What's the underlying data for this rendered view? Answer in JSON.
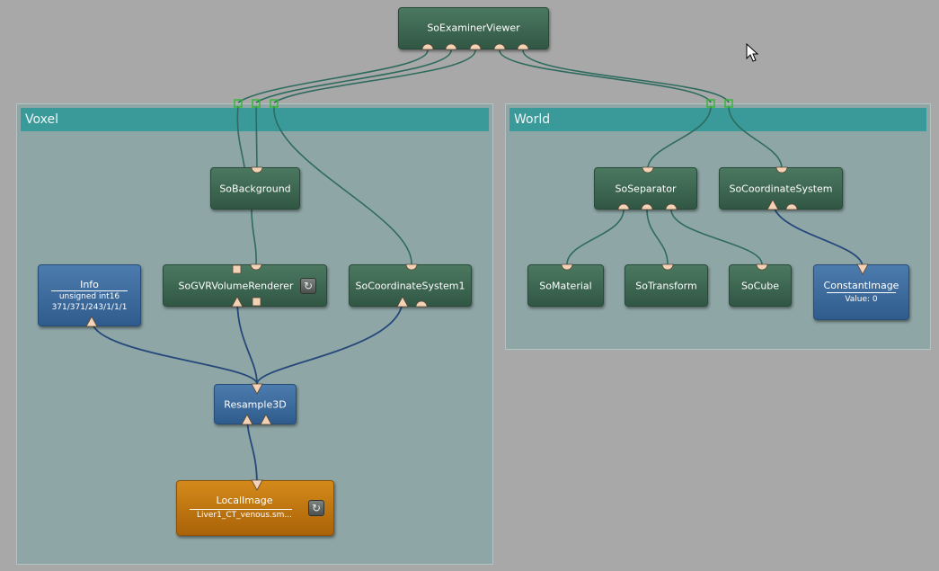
{
  "groups": {
    "voxel": {
      "title": "Voxel"
    },
    "world": {
      "title": "World"
    }
  },
  "modules": {
    "examiner_viewer": "SoExaminerViewer",
    "background": "SoBackground",
    "gvr_renderer": "SoGVRVolumeRenderer",
    "coordinate_system1": "SoCoordinateSystem1",
    "info": {
      "title": "Info",
      "line1": "unsigned int16",
      "line2": "371/371/243/1/1/1"
    },
    "resample3d": "Resample3D",
    "local_image": {
      "title": "LocalImage",
      "line1": "Liver1_CT_venous.sm..."
    },
    "separator": "SoSeparator",
    "coordinate_system": "SoCoordinateSystem",
    "material": "SoMaterial",
    "transform": "SoTransform",
    "cube": "SoCube",
    "constant_image": {
      "title": "ConstantImage",
      "line1": "Value: 0"
    }
  },
  "icons": {
    "refresh": "↻"
  },
  "colors": {
    "canvas": "#a8a8a8",
    "group_body": "#8fa6a6",
    "group_header": "#3a9a9a",
    "inventor_module": "#3e6a52",
    "image_module": "#3d6c9f",
    "macro_module": "#c07812",
    "inventor_wire": "#2e6b5e",
    "image_wire": "#24487a",
    "port": "#f3d2b5",
    "group_port": "#2fb82f"
  }
}
